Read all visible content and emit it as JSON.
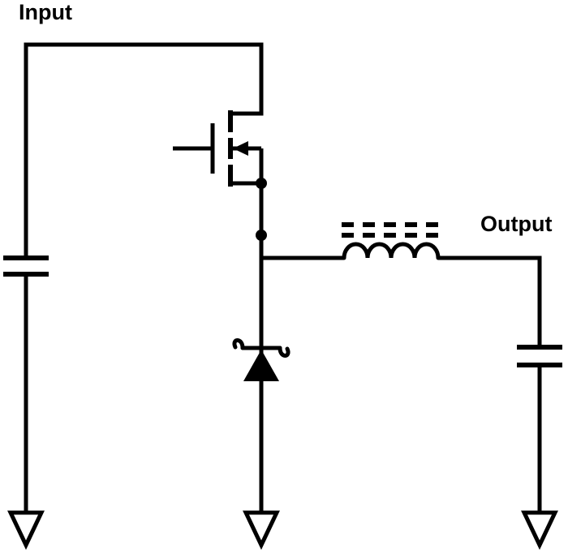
{
  "diagram": {
    "type": "circuit-schematic",
    "subject": "buck-converter",
    "labels": {
      "input": "Input",
      "output": "Output"
    },
    "components": [
      {
        "id": "input-capacitor",
        "type": "capacitor"
      },
      {
        "id": "mosfet",
        "type": "n-channel-mosfet-switch"
      },
      {
        "id": "schottky-diode",
        "type": "schottky-catch-diode"
      },
      {
        "id": "inductor",
        "type": "inductor-with-core"
      },
      {
        "id": "output-capacitor",
        "type": "capacitor"
      },
      {
        "id": "ground-left",
        "type": "ground-symbol"
      },
      {
        "id": "ground-middle",
        "type": "ground-symbol"
      },
      {
        "id": "ground-right",
        "type": "ground-symbol"
      }
    ],
    "colors": {
      "stroke": "#000000",
      "background": "#ffffff"
    }
  }
}
